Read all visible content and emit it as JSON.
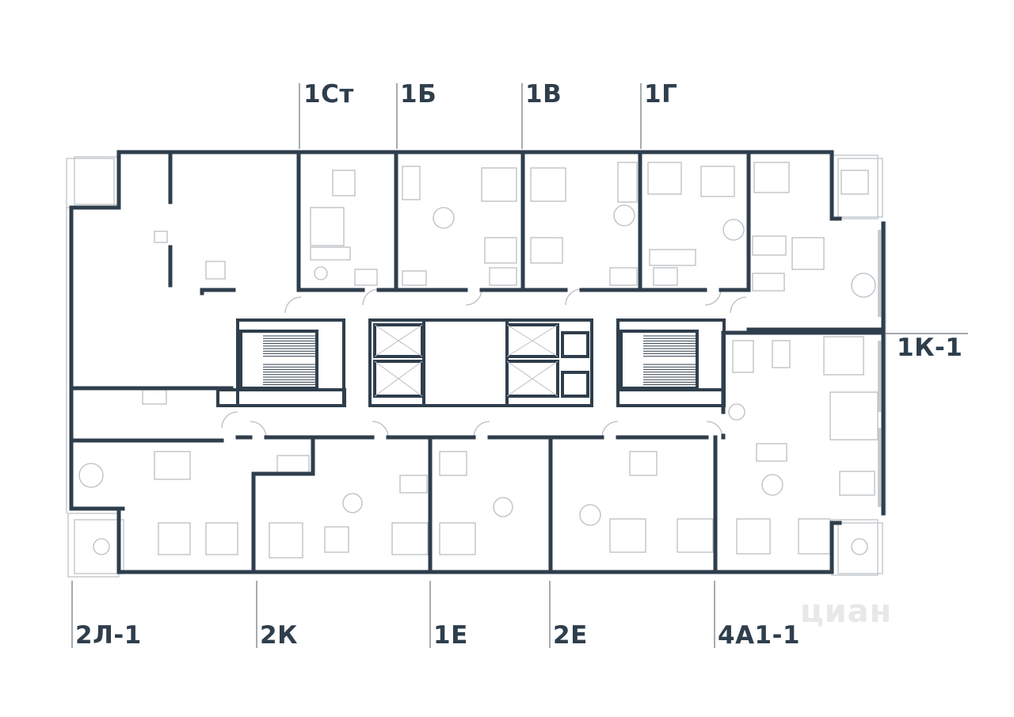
{
  "plan": {
    "wall_color": "#2f3e4c",
    "furniture_color": "#b9bec4",
    "leader_color": "#6b747c",
    "window_color": "#c7cbcf",
    "unit_labels": {
      "top": [
        "1Ст",
        "1Б",
        "1В",
        "1Г"
      ],
      "right": [
        "1К-1"
      ],
      "bottom": [
        "2Л-1",
        "2К",
        "1Е",
        "2Е",
        "4А1-1"
      ]
    }
  },
  "watermark": {
    "text": "циан"
  }
}
